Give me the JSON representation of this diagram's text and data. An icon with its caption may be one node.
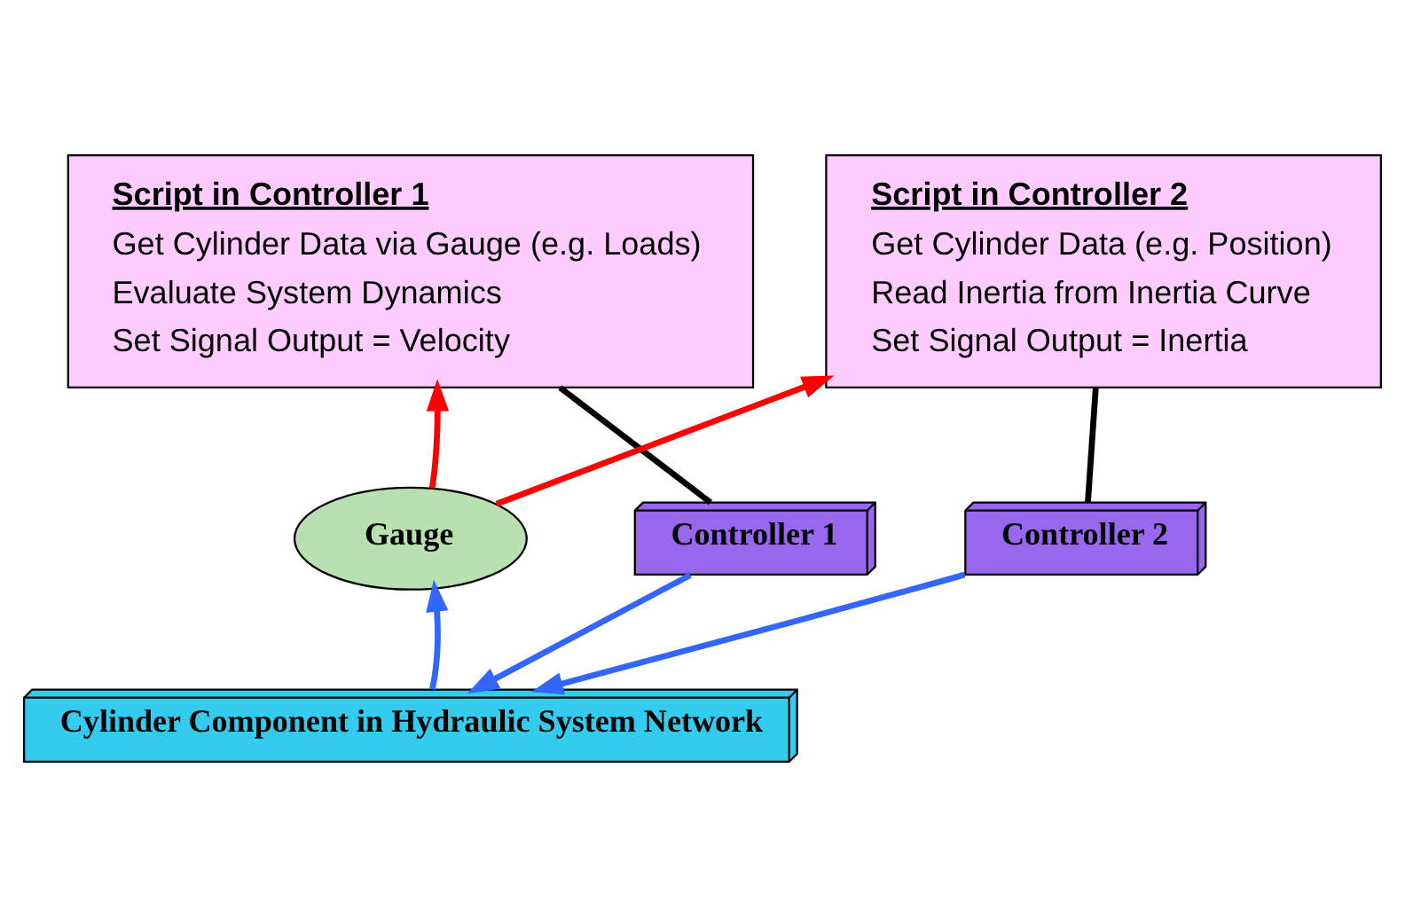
{
  "diagram": {
    "nodes": [
      {
        "text": [
          "Script in Controller 1",
          "Get Cylinder Data via Gauge (e.g. Loads)",
          "Evaluate System Dynamics",
          "Set Signal Output = Velocity"
        ]
      },
      {
        "text": [
          "Script in Controller 2",
          "Get Cylinder Data (e.g. Position)",
          "Read Inertia from Inertia Curve",
          "Set Signal Output = Inertia"
        ]
      },
      {
        "text": [
          "Gauge"
        ]
      },
      {
        "text": [
          "Controller 1"
        ]
      },
      {
        "text": [
          "Controller 2"
        ]
      },
      {
        "text": [
          "Cylinder Component in Hydraulic System Network"
        ]
      }
    ],
    "edges": [
      {
        "from": 2,
        "to": 0,
        "arrow": "to",
        "color": "#ff0000"
      },
      {
        "from": 2,
        "to": 1,
        "arrow": "to",
        "color": "#ff0000"
      },
      {
        "from": 0,
        "to": 3,
        "arrow": "none",
        "color": "#000000"
      },
      {
        "from": 1,
        "to": 4,
        "arrow": "none",
        "color": "#000000"
      },
      {
        "from": 5,
        "to": 2,
        "arrow": "to"
      },
      {
        "from": 3,
        "to": 5,
        "arrow": "to"
      },
      {
        "from": 4,
        "to": 5,
        "arrow": "to"
      }
    ]
  }
}
